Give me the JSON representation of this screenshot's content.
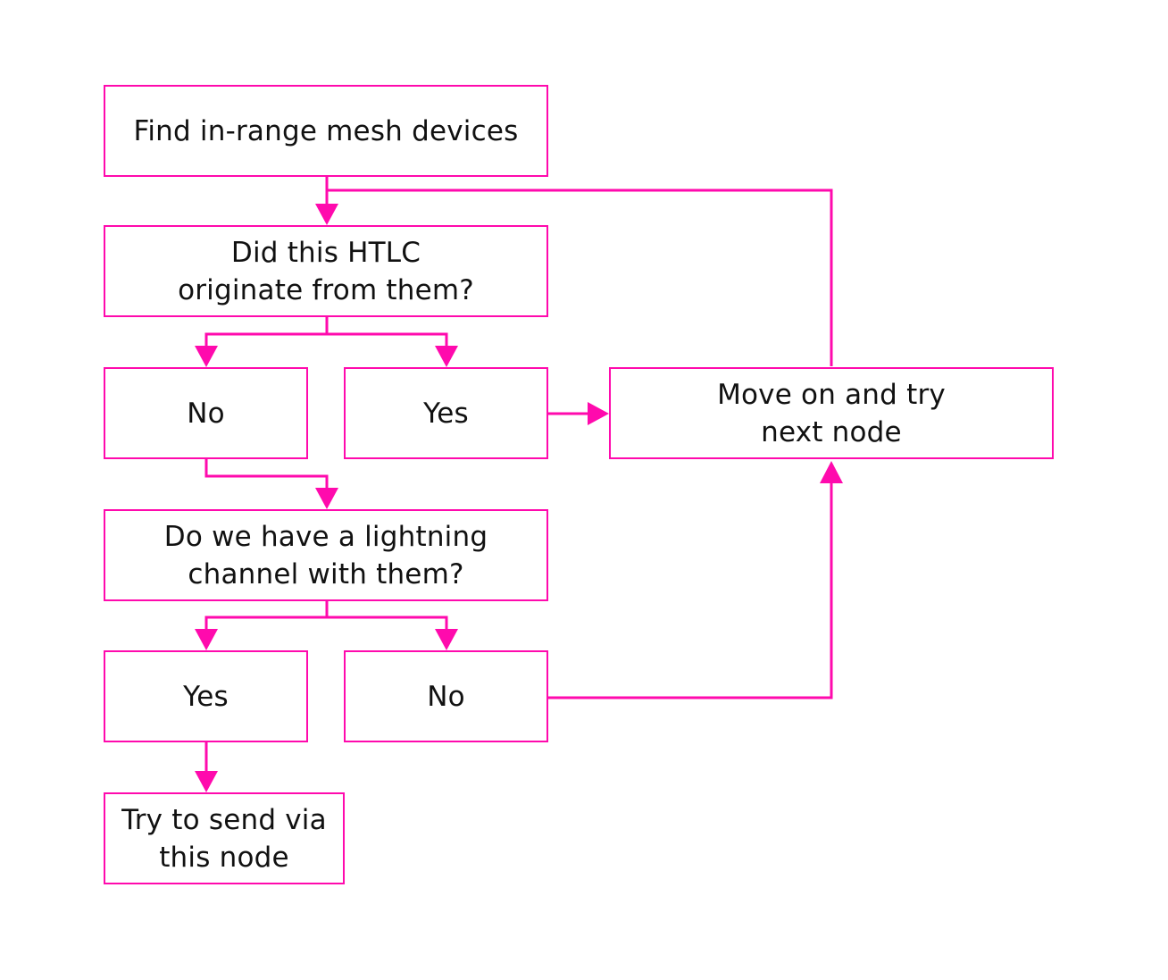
{
  "diagram": {
    "accent_color": "#ff0aad",
    "text_color": "#111111",
    "nodes": {
      "find_devices": "Find in-range mesh devices",
      "htlc_origin_question": "Did this HTLC\noriginate from them?",
      "origin_no": "No",
      "origin_yes": "Yes",
      "move_on": "Move on and try\nnext node",
      "channel_question": "Do we have a lightning\nchannel with them?",
      "channel_yes": "Yes",
      "channel_no": "No",
      "try_send": "Try to send via\nthis node"
    }
  }
}
